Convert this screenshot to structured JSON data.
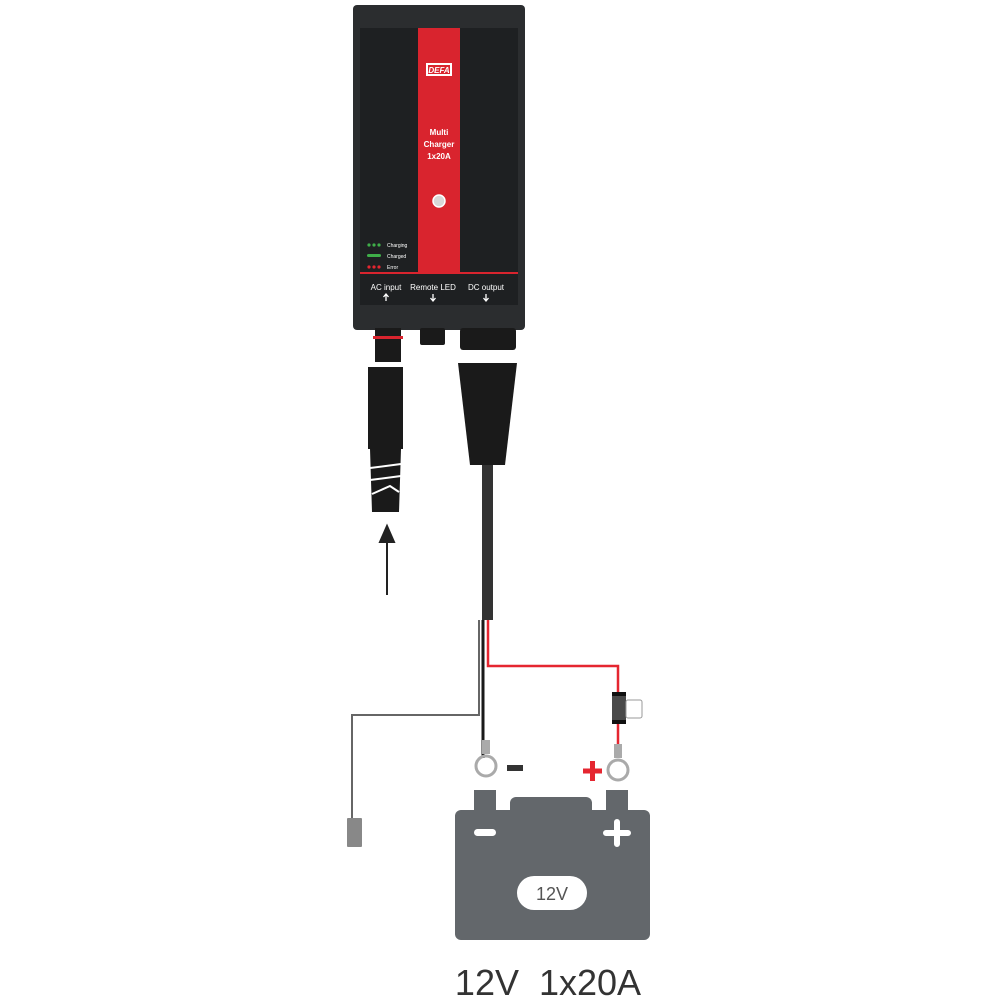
{
  "charger": {
    "brand": "DEFA",
    "model_line1": "Multi",
    "model_line2": "Charger",
    "model_line3": "1x20A",
    "legend": [
      {
        "label": "Charging",
        "color": "#3fae49"
      },
      {
        "label": "Charged",
        "color": "#3fae49"
      },
      {
        "label": "Error",
        "color": "#e52630"
      }
    ],
    "ports": [
      "AC input",
      "Remote LED",
      "DC output"
    ]
  },
  "battery": {
    "negative_symbol": "−",
    "positive_symbol": "+",
    "voltage_label": "12V"
  },
  "caption": "12V  1x20A",
  "colors": {
    "red": "#d9242e",
    "body": "#1f2224",
    "battery": "#63676b",
    "wire_red": "#e52630"
  }
}
